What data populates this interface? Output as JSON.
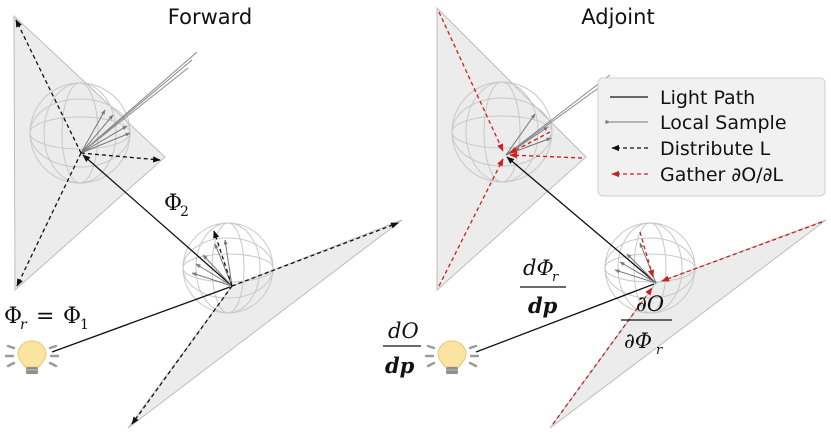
{
  "panels": {
    "forward": {
      "title": "Forward"
    },
    "adjoint": {
      "title": "Adjoint"
    }
  },
  "labels": {
    "phi2": {
      "base": "Φ",
      "sub": "2"
    },
    "phir_eq": {
      "base": "Φ",
      "sub": "r",
      "eq": "=",
      "base2": "Φ",
      "sub2": "1"
    },
    "dphir_dp": {
      "num": "dΦ",
      "num_sub": "r",
      "den": "dp"
    },
    "dO_dp": {
      "num": "dO",
      "den": "dp"
    },
    "dO_dphir": {
      "num": "∂O",
      "den": "∂Φ",
      "den_sub": "r"
    }
  },
  "legend": {
    "items": [
      {
        "label": "Light Path",
        "style": "solid-thick",
        "color": "#666666"
      },
      {
        "label": "Local Sample",
        "style": "solid-thin",
        "color": "#777777"
      },
      {
        "label": "Distribute L",
        "style": "dashed",
        "color": "#111111"
      },
      {
        "label": "Gather ∂O/∂L",
        "style": "dashed",
        "color": "#cc1f1f"
      }
    ]
  },
  "colors": {
    "cone_fill": "#ececec",
    "cone_stroke": "#bdbdbd",
    "sphere_stroke": "#c8c8c8",
    "distribute": "#111111",
    "gather": "#cc1f1f",
    "bulb": "#fbe3a1",
    "bulb_rays": "#9a9a9a",
    "legend_bg": "#f1f1f1"
  },
  "icons": {
    "light_source": "light-bulb-icon"
  }
}
